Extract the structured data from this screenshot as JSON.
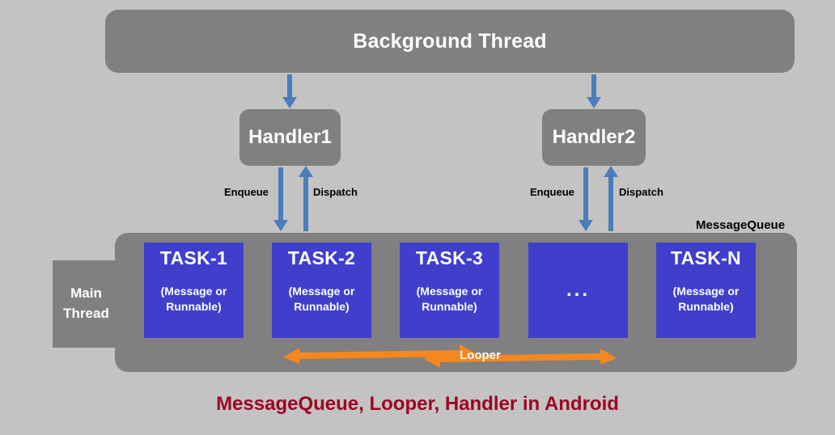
{
  "diagram": {
    "background_color": "#c3c3c3",
    "box_color": "#808080",
    "task_color": "#3f3fcc",
    "arrow_color": "#4a7ebb",
    "looper_color": "#f5871f",
    "caption_color": "#9c0622"
  },
  "background_thread": {
    "label": "Background Thread"
  },
  "handlers": [
    {
      "label": "Handler1",
      "enqueue_label": "Enqueue",
      "dispatch_label": "Dispatch"
    },
    {
      "label": "Handler2",
      "enqueue_label": "Enqueue",
      "dispatch_label": "Dispatch"
    }
  ],
  "message_queue": {
    "label": "MessageQueue",
    "main_thread_line1": "Main",
    "main_thread_line2": "Thread",
    "tasks": [
      {
        "title": "TASK-1",
        "subtitle_line1": "(Message or",
        "subtitle_line2": "Runnable)"
      },
      {
        "title": "TASK-2",
        "subtitle_line1": "(Message or",
        "subtitle_line2": "Runnable)"
      },
      {
        "title": "TASK-3",
        "subtitle_line1": "(Message or",
        "subtitle_line2": "Runnable)"
      },
      {
        "title": "...",
        "subtitle_line1": "",
        "subtitle_line2": ""
      },
      {
        "title": "TASK-N",
        "subtitle_line1": "(Message or",
        "subtitle_line2": "Runnable)"
      }
    ]
  },
  "looper": {
    "label": "Looper"
  },
  "caption": {
    "text": "MessageQueue, Looper, Handler in Android"
  }
}
